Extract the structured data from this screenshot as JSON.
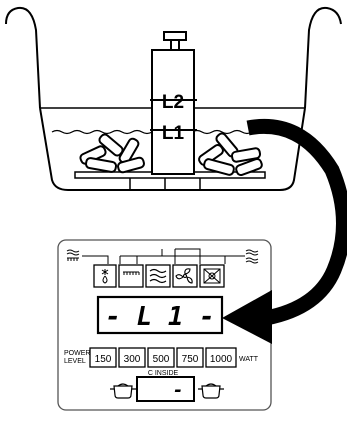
{
  "pot": {
    "level_high": "L2",
    "level_low": "L1"
  },
  "panel": {
    "display_main": "- L 1 -",
    "power_label_line1": "POWER",
    "power_label_line2": "LEVEL",
    "power_buttons": [
      "150",
      "300",
      "500",
      "750",
      "1000"
    ],
    "power_unit": "WATT",
    "inside_label": "C INSIDE",
    "display_small": "-"
  },
  "colors": {
    "ink": "#000000",
    "background": "#ffffff",
    "panel_border": "#555555"
  },
  "icons": [
    "steam-left-icon",
    "defrost-icon",
    "grill-icon",
    "steam-icon",
    "fan-icon",
    "fan-off-icon",
    "steam-right-icon",
    "pot-left-icon",
    "pot-right-icon",
    "pointer-arrow-icon"
  ]
}
